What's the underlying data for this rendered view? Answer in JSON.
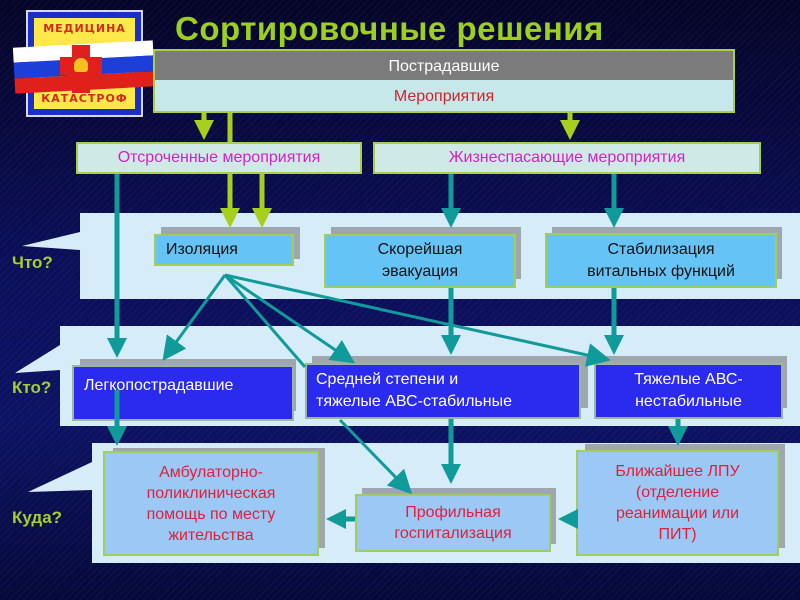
{
  "logo": {
    "top_text": "МЕДИЦИНА",
    "bottom_text": "КАТАСТРОФ",
    "flag_colors": [
      "#ffffff",
      "#1d3fd8",
      "#e0201a"
    ]
  },
  "title": "Сортировочные решения",
  "header": {
    "victims": "Пострадавшие",
    "measures": "Мероприятия"
  },
  "measure_types": {
    "deferred": "Отсроченные мероприятия",
    "lifesaving": "Жизнеспасающие мероприятия"
  },
  "questions": {
    "what": "Что?",
    "who": "Кто?",
    "where": "Куда?"
  },
  "what": {
    "isolation": "Изоляция",
    "evacuation_line1": "Скорейшая",
    "evacuation_line2": "эвакуация",
    "stabilization_line1": "Стабилизация",
    "stabilization_line2": "витальных функций"
  },
  "who": {
    "light": "Легкопострадавшие",
    "medium_line1": "Средней степени и",
    "medium_line2": "тяжелые АВС-стабильные",
    "severe_line1": "Тяжелые АВС-",
    "severe_line2": "нестабильные"
  },
  "where": {
    "outpatient_line1": "Амбулаторно-",
    "outpatient_line2": "поликлиническая",
    "outpatient_line3": "помощь по месту",
    "outpatient_line4": "жительства",
    "profile_line1": "Профильная",
    "profile_line2": "госпитализация",
    "nearest_line1": "Ближайшее ЛПУ",
    "nearest_line2": "(отделение",
    "nearest_line3": "реанимации или",
    "nearest_line4": "ПИТ)"
  },
  "colors": {
    "title": "#9ccf1e",
    "green_arrow": "#a6cf1e",
    "teal_arrow": "#109a9a",
    "red_text": "#e0203a",
    "magenta_text": "#d621c8",
    "dark_box": "#2b2bef",
    "light_box": "#65c4f5"
  }
}
